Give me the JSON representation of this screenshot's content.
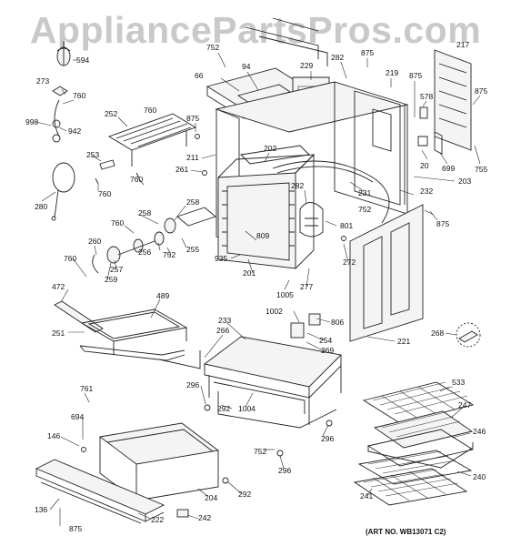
{
  "watermark": "AppliancePartsPros.com",
  "art_number": "(ART NO. WB13071 C2)",
  "labels": [
    "594",
    "273",
    "760",
    "998",
    "942",
    "252",
    "760",
    "875",
    "253",
    "760",
    "280",
    "760",
    "66",
    "752",
    "94",
    "229",
    "282",
    "875",
    "219",
    "875",
    "217",
    "875",
    "578",
    "20",
    "699",
    "755",
    "211",
    "261",
    "202",
    "282",
    "801",
    "231",
    "752",
    "232",
    "203",
    "875",
    "258",
    "760",
    "258",
    "256",
    "752",
    "255",
    "260",
    "257",
    "259",
    "809",
    "935",
    "201",
    "272",
    "277",
    "1005",
    "760",
    "472",
    "489",
    "251",
    "1002",
    "806",
    "254",
    "269",
    "233",
    "266",
    "221",
    "268",
    "296",
    "292",
    "1004",
    "296",
    "752",
    "296",
    "761",
    "694",
    "146",
    "204",
    "292",
    "136",
    "222",
    "242",
    "875",
    "533",
    "247",
    "246",
    "240",
    "241"
  ]
}
